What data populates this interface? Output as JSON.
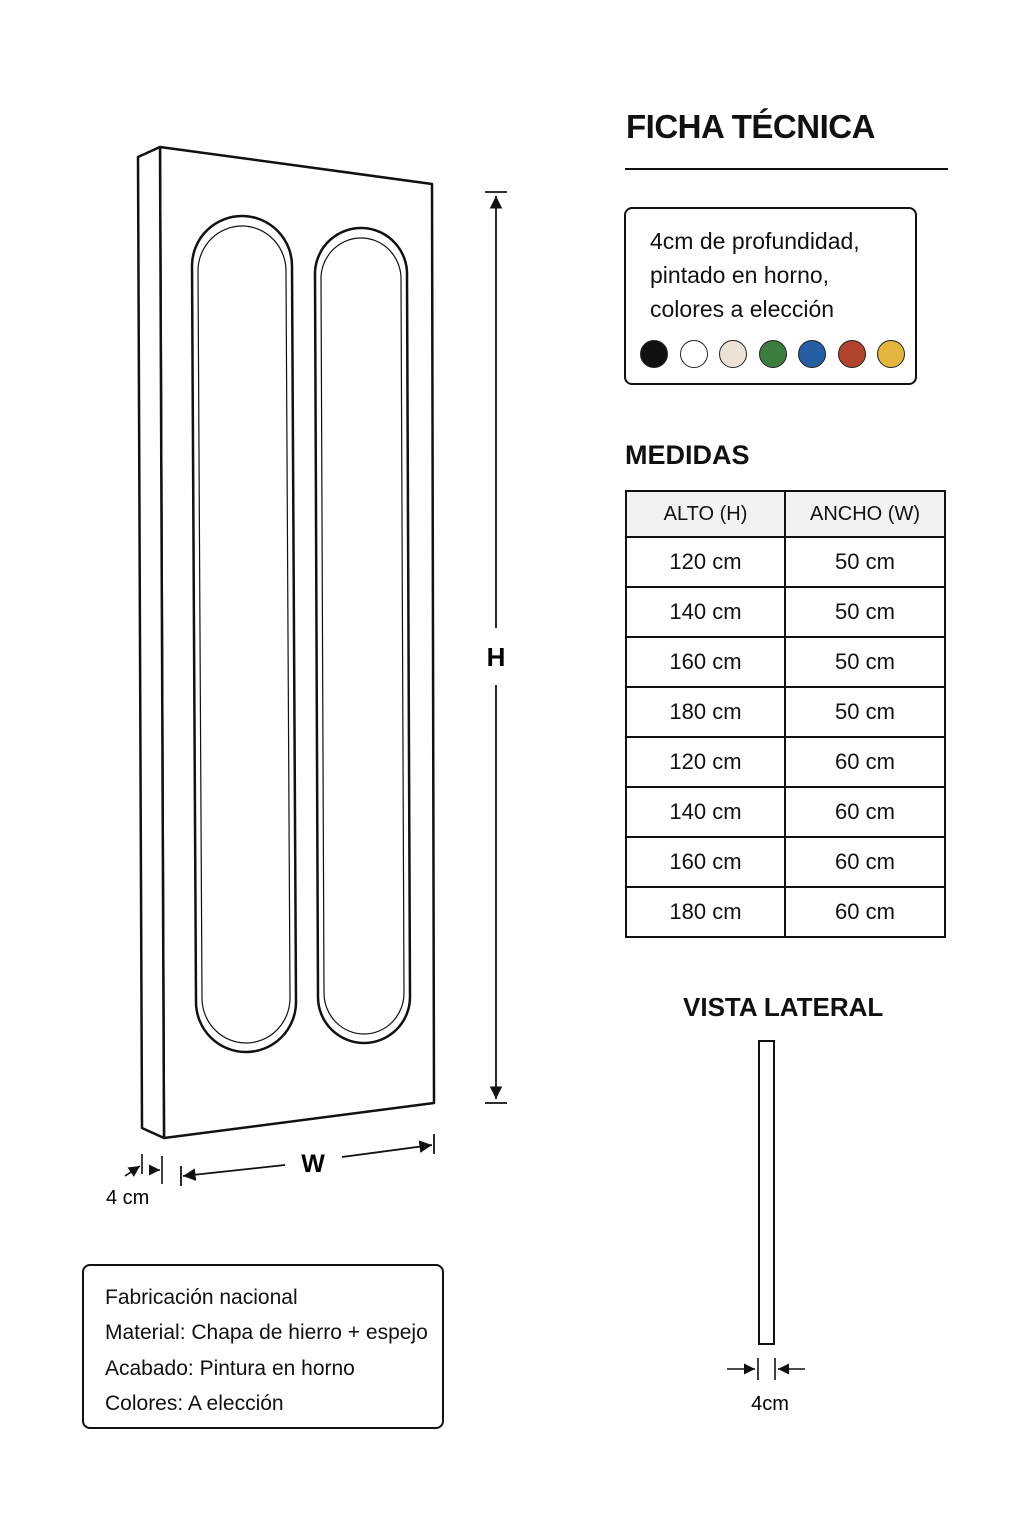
{
  "header": {
    "title": "FICHA TÉCNICA"
  },
  "description": {
    "lines": [
      "4cm de profundidad,",
      "pintado en horno,",
      "colores a elección"
    ],
    "swatches": [
      {
        "name": "negro",
        "color": "#111111"
      },
      {
        "name": "blanco",
        "color": "#ffffff"
      },
      {
        "name": "crema",
        "color": "#ece3d6"
      },
      {
        "name": "verde",
        "color": "#3a7d3e"
      },
      {
        "name": "azul",
        "color": "#245fa4"
      },
      {
        "name": "rojo",
        "color": "#b2432e"
      },
      {
        "name": "amarillo",
        "color": "#e4b53c"
      }
    ]
  },
  "medidas": {
    "title": "MEDIDAS",
    "headers": [
      "ALTO (H)",
      "ANCHO (W)"
    ],
    "rows": [
      [
        "120 cm",
        "50 cm"
      ],
      [
        "140 cm",
        "50 cm"
      ],
      [
        "160 cm",
        "50 cm"
      ],
      [
        "180 cm",
        "50 cm"
      ],
      [
        "120 cm",
        "60 cm"
      ],
      [
        "140 cm",
        "60 cm"
      ],
      [
        "160 cm",
        "60 cm"
      ],
      [
        "180 cm",
        "60 cm"
      ]
    ]
  },
  "drawing": {
    "height_label": "H",
    "width_label": "W",
    "depth_label": "4 cm"
  },
  "lateral": {
    "title": "VISTA LATERAL",
    "depth_label": "4cm"
  },
  "info": {
    "lines": [
      "Fabricación nacional",
      "Material: Chapa de hierro + espejo",
      "Acabado: Pintura en horno",
      "Colores: A elección"
    ]
  }
}
